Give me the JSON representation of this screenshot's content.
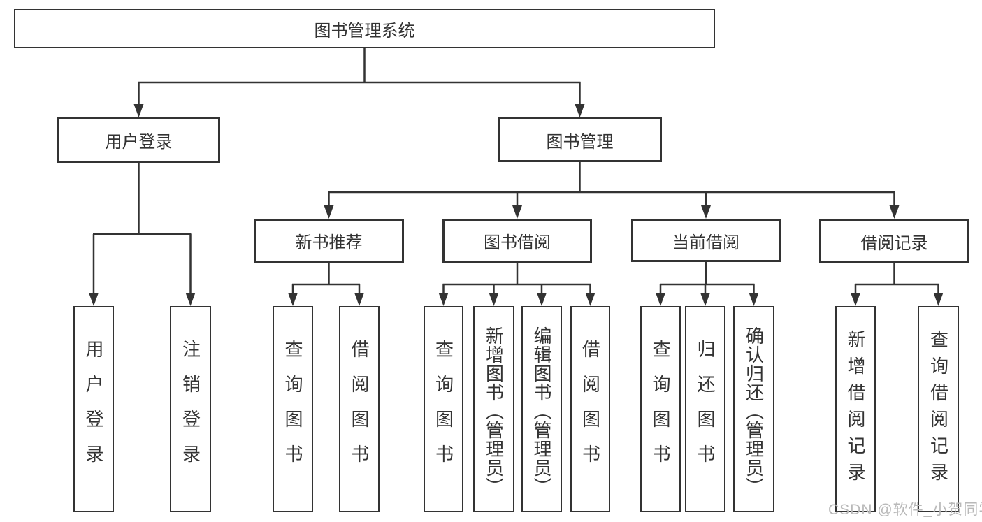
{
  "diagram": {
    "title": "图书管理系统",
    "root": {
      "label": "图书管理系统"
    },
    "branches": [
      {
        "label": "用户登录",
        "children": [
          {
            "label": "用户登录"
          },
          {
            "label": "注销登录"
          }
        ]
      },
      {
        "label": "图书管理",
        "children": [
          {
            "label": "新书推荐",
            "children": [
              {
                "label": "查询图书"
              },
              {
                "label": "借阅图书"
              }
            ]
          },
          {
            "label": "图书借阅",
            "children": [
              {
                "label": "查询图书"
              },
              {
                "label": "新增图书（管理员）"
              },
              {
                "label": "编辑图书（管理员）"
              },
              {
                "label": "借阅图书"
              }
            ]
          },
          {
            "label": "当前借阅",
            "children": [
              {
                "label": "查询图书"
              },
              {
                "label": "归还图书"
              },
              {
                "label": "确认归还（管理员）"
              }
            ]
          },
          {
            "label": "借阅记录",
            "children": [
              {
                "label": "新增借阅记录"
              },
              {
                "label": "查询借阅记录"
              }
            ]
          }
        ]
      }
    ]
  },
  "watermark": {
    "text": "CSDN @软件_小贺同学"
  },
  "colors": {
    "line": "#333333",
    "text": "#333333",
    "box_background": "#ffffff",
    "watermark": "#b9b9b9",
    "page_background": "#ffffff"
  }
}
